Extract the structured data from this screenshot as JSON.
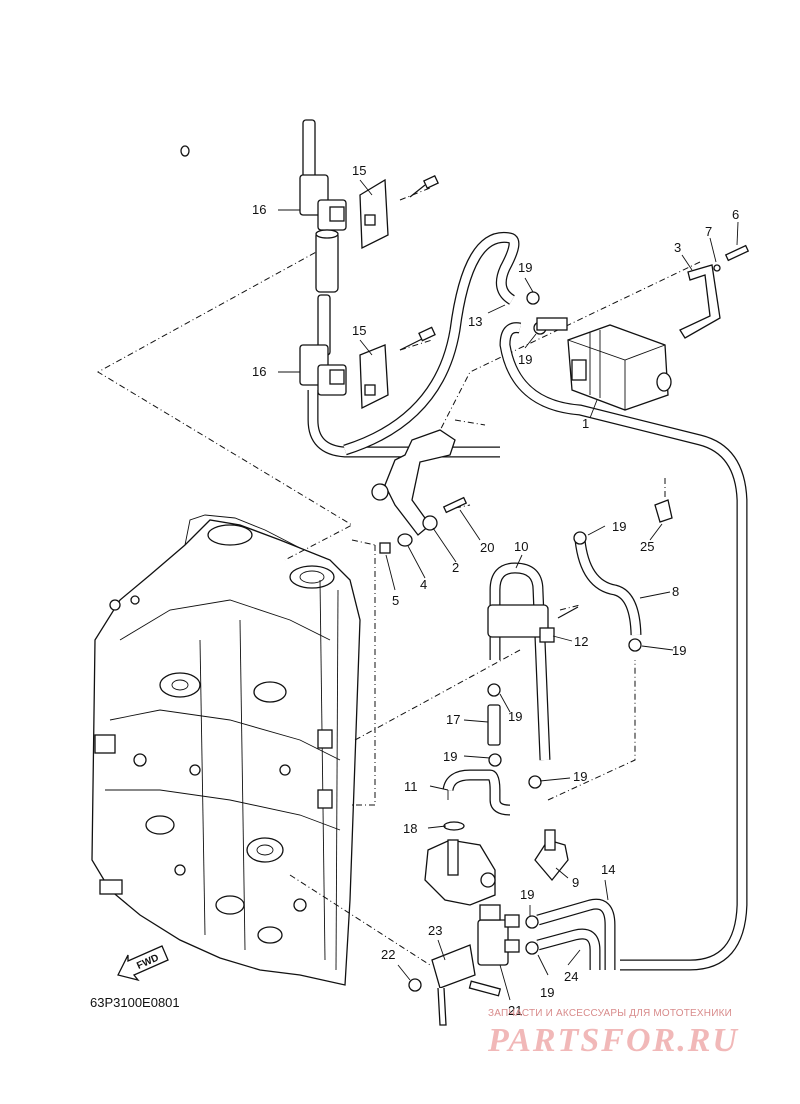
{
  "diagram": {
    "code": "63P3100E0801",
    "fwd_label": "FWD",
    "callouts": [
      "1",
      "2",
      "3",
      "4",
      "5",
      "6",
      "7",
      "8",
      "9",
      "10",
      "11",
      "12",
      "13",
      "14",
      "15",
      "15",
      "16",
      "16",
      "17",
      "18",
      "19",
      "19",
      "19",
      "19",
      "19",
      "19",
      "19",
      "19",
      "19",
      "20",
      "21",
      "22",
      "23",
      "24",
      "25"
    ]
  },
  "watermark": {
    "top_text": "ЗАПЧАСТИ И АКСЕССУАРЫ ДЛЯ МОТОТЕХНИКИ",
    "logo_text": "PARTSFOR.RU"
  }
}
